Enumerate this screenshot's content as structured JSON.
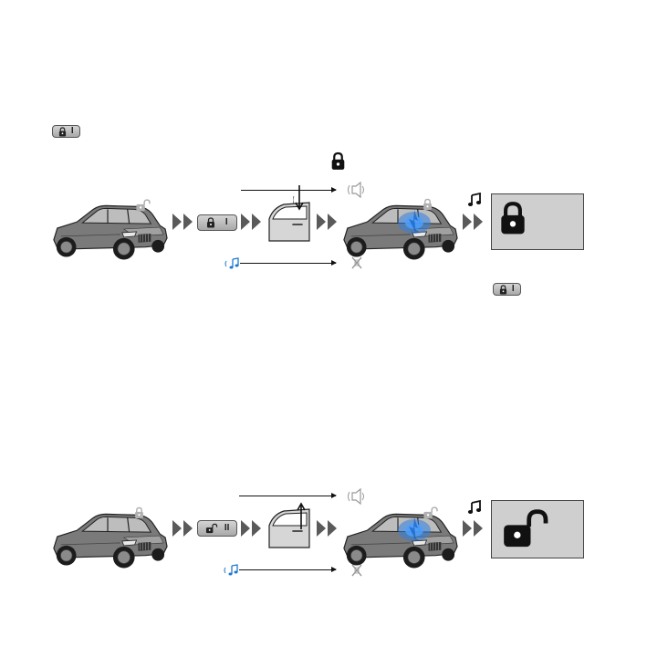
{
  "lock_sequence": {
    "remote_button": {
      "icon": "padlock-closed-icon",
      "mark": "I"
    },
    "result_icon": "padlock-closed-icon",
    "display_icon": "padlock-closed-icon",
    "confirm_button": {
      "icon": "padlock-closed-icon",
      "mark": "I"
    }
  },
  "unlock_sequence": {
    "remote_button": {
      "icon": "padlock-open-icon",
      "mark": "II"
    },
    "display_icon": "padlock-open-icon"
  },
  "legend_button": {
    "icon": "padlock-closed-icon",
    "mark": "I"
  },
  "colors": {
    "flash": "#2f7fe0",
    "panel": "#cfcfcf",
    "button": "#b8b8b8",
    "siren": "#999999",
    "sound_note": "#1e78d0"
  }
}
